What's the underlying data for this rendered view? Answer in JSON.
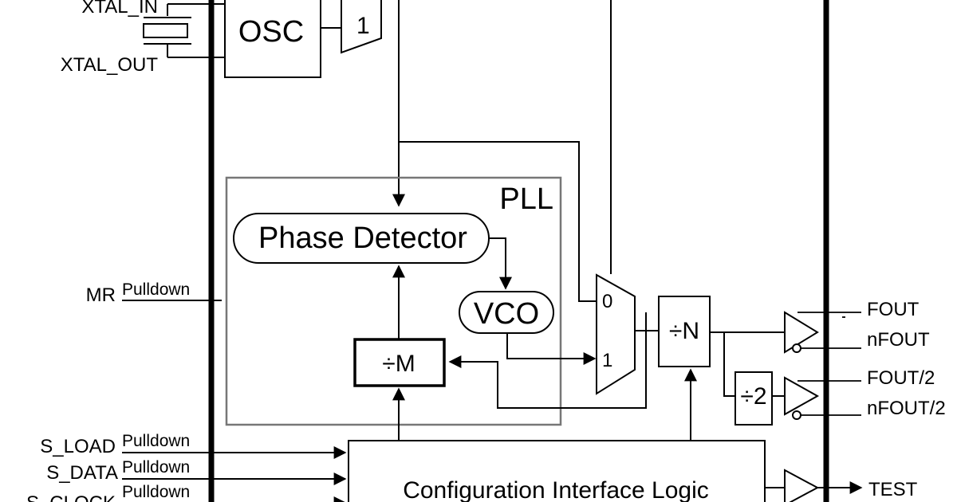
{
  "blocks": {
    "osc": "OSC",
    "mux_top": "1",
    "pll": "PLL",
    "phase_detector": "Phase Detector",
    "vco": "VCO",
    "div_m": "÷M",
    "div_n": "÷N",
    "div_2": "÷2",
    "mux_sel0": "0",
    "mux_sel1": "1",
    "config": "Configuration Interface Logic"
  },
  "pins": {
    "xtal_in": "XTAL_IN",
    "xtal_out": "XTAL_OUT",
    "mr": "MR",
    "s_load": "S_LOAD",
    "s_data": "S_DATA",
    "s_clock": "S_CLOCK",
    "fout": "FOUT",
    "nfout": "nFOUT",
    "fout2": "FOUT/2",
    "nfout2": "nFOUT/2",
    "test": "TEST"
  },
  "pulldown": {
    "mr": "Pulldown",
    "s_load": "Pulldown",
    "s_data": "Pulldown",
    "s_clock": "Pulldown"
  }
}
